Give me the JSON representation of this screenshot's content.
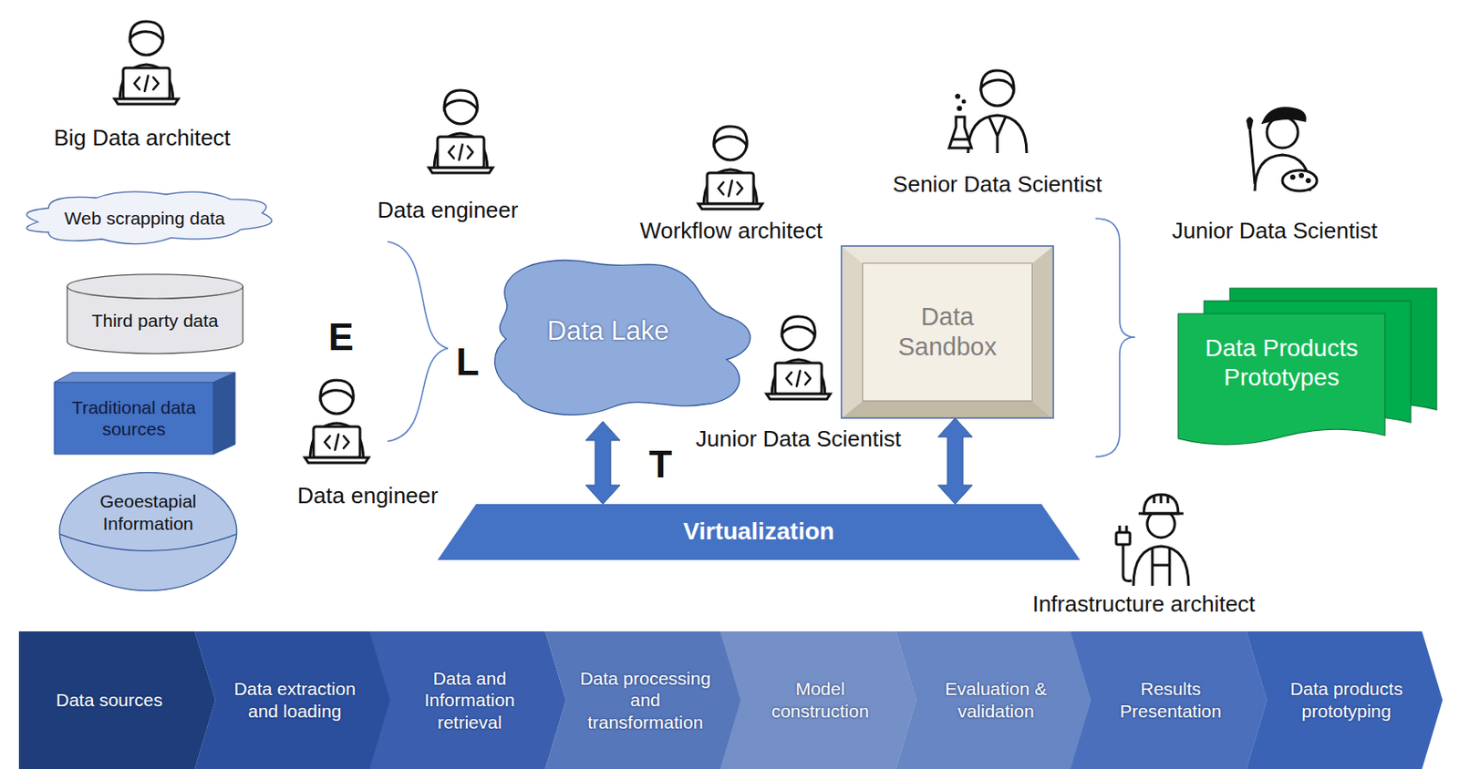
{
  "diagram": {
    "nodes": [
      {
        "text": [
          "Web scrapping data"
        ]
      },
      {
        "text": [
          "Third party data"
        ]
      },
      {
        "text": [
          "Traditional data sources"
        ]
      },
      {
        "text": [
          "Geoestapial Information"
        ]
      },
      {
        "text": [
          "Data Lake"
        ]
      },
      {
        "text": [
          "Data Sandbox"
        ]
      },
      {
        "text": [
          "Data Products Prototypes"
        ]
      },
      {
        "text": [
          "Virtualization"
        ]
      },
      {
        "text": [
          "Data sources"
        ]
      },
      {
        "text": [
          "Data extraction and loading"
        ]
      },
      {
        "text": [
          "Data and Information retrieval"
        ]
      },
      {
        "text": [
          "Data processing and transformation"
        ]
      },
      {
        "text": [
          "Model construction"
        ]
      },
      {
        "text": [
          "Evaluation & validation"
        ]
      },
      {
        "text": [
          "Results Presentation"
        ]
      },
      {
        "text": [
          "Data products prototyping"
        ]
      }
    ],
    "edges": [
      {
        "from": 4,
        "to": 7,
        "arrow": "both"
      },
      {
        "from": 5,
        "to": 7,
        "arrow": "both"
      }
    ],
    "labels": [
      "Big Data architect",
      "Data engineer",
      "Workflow architect",
      "Senior Data Scientist",
      "Junior Data Scientist",
      "E",
      "L",
      "Data engineer",
      "Junior Data Scientist",
      "T",
      "Infrastructure architect"
    ]
  }
}
